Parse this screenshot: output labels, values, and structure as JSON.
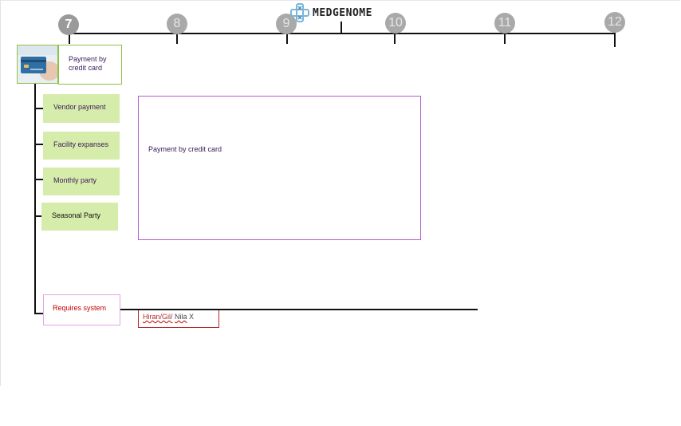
{
  "header": {
    "logo_text": "MEDGENOME",
    "timeline": [
      "7",
      "8",
      "9",
      "10",
      "11",
      "12"
    ]
  },
  "root": {
    "label": "Payment by credit card",
    "image": "credit-card-photo"
  },
  "branches": [
    {
      "label": "Vendor payment"
    },
    {
      "label": "Facility expanses"
    },
    {
      "label": "Monthly party"
    },
    {
      "label": "Seasonal Party"
    }
  ],
  "detail_box": {
    "label": "Payment by credit card"
  },
  "requirement": {
    "label": "Requires system",
    "owner_prefix": "Hiran/Gil/",
    "owner_name": "Nila",
    "owner_suffix": " X"
  },
  "colors": {
    "leaf_fill": "#d6ecaa",
    "root_border": "#8fc24a",
    "detail_border": "#b55ec9",
    "requirement_text": "#c00000",
    "circle_fill": "#a9a9a9"
  }
}
